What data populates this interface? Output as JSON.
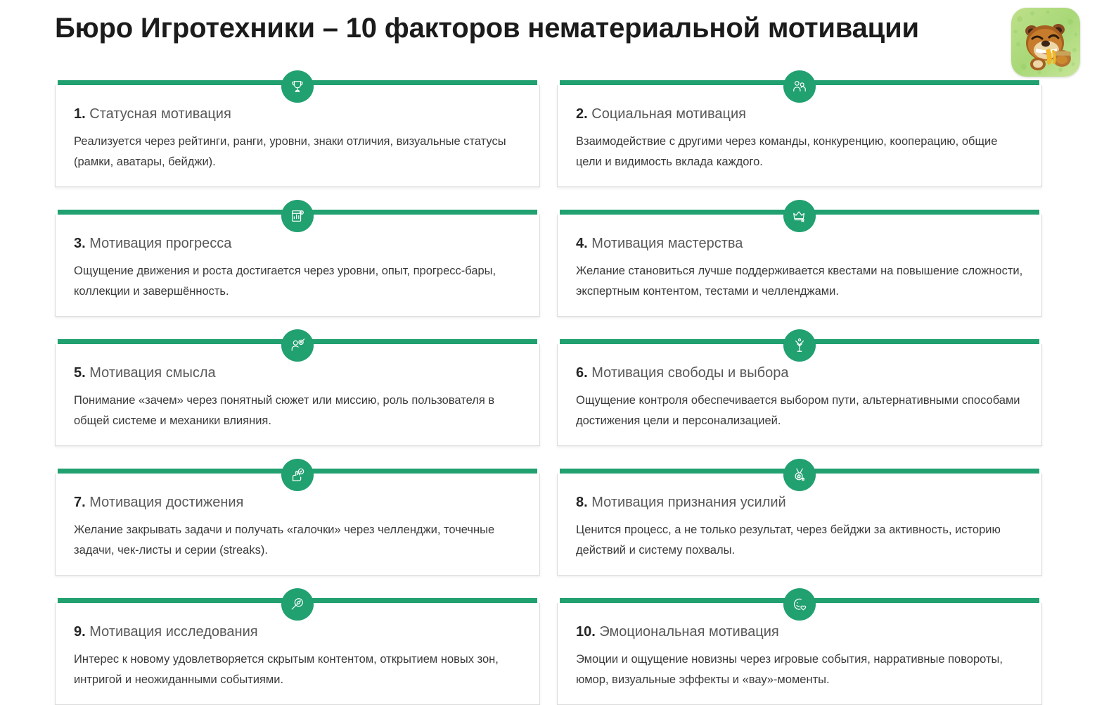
{
  "header": {
    "title": "Бюро Игротехники – 10 факторов нематериальной мотивации",
    "logo_icon": "bear-honey-logo"
  },
  "theme": {
    "accent_green": "#21a070",
    "card_border": "#dcdcdc",
    "title_color": "#1b1b1b",
    "body_text_color": "#3a3a3a",
    "card_title_color": "#585858"
  },
  "cards": [
    {
      "num": "1.",
      "title": "Статусная мотивация",
      "text": "Реализуется через рейтинги, ранги, уровни, знаки отличия, визуальные статусы (рамки, аватары, бейджи).",
      "icon": "trophy-icon"
    },
    {
      "num": "2.",
      "title": "Социальная мотивация",
      "text": "Взаимодействие с другими через команды, конкуренцию, кооперацию, общие цели и видимость вклада каждого.",
      "icon": "people-group-icon"
    },
    {
      "num": "3.",
      "title": "Мотивация прогресса",
      "text": "Ощущение движения и роста достигается через уровни, опыт, прогресс-бары, коллекции и завершённость.",
      "icon": "bar-chart-progress-icon"
    },
    {
      "num": "4.",
      "title": "Мотивация мастерства",
      "text": "Желание становиться лучше поддерживается квестами на повышение сложности, экспертным контентом, тестами и челленджами.",
      "icon": "crown-star-icon"
    },
    {
      "num": "5.",
      "title": "Мотивация смысла",
      "text": "Понимание «зачем» через понятный сюжет или миссию, роль пользователя в общей системе и механики влияния.",
      "icon": "person-target-icon"
    },
    {
      "num": "6.",
      "title": "Мотивация свободы и выбора",
      "text": "Ощущение контроля обеспечивается выбором пути, альтернативными способами достижения цели и персонализацией.",
      "icon": "branching-path-icon"
    },
    {
      "num": "7.",
      "title": "Мотивация достижения",
      "text": "Желание закрывать задачи и получать «галочки» через челленджи, точечные задачи, чек-листы и серии (streaks).",
      "icon": "hand-checkmark-icon"
    },
    {
      "num": "8.",
      "title": "Мотивация признания усилий",
      "text": "Ценится процесс, а не только результат, через бейджи за активность, историю действий и систему похвалы.",
      "icon": "medal-star-icon"
    },
    {
      "num": "9.",
      "title": "Мотивация исследования",
      "text": "Интерес к новому удовлетворяется скрытым контентом, открытием новых зон, интригой и неожиданными событиями.",
      "icon": "magnifier-explore-icon"
    },
    {
      "num": "10.",
      "title": "Эмоциональная мотивация",
      "text": "Эмоции и ощущение новизны через игровые события, нарративные повороты, юмор, визуальные эффекты и «вау»-моменты.",
      "icon": "face-heart-icon"
    }
  ]
}
